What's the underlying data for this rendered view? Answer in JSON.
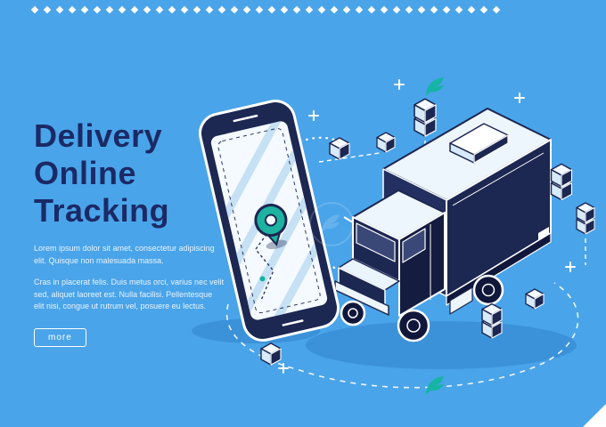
{
  "banner": {
    "title": "Delivery\nOnline\nTracking",
    "intro": "Lorem ipsum dolor sit amet, consectetur adipiscing elit. Quisque non malesuada massa.",
    "details": "Cras in placerat felis. Duis metus orci, varius nec velit sed, aliquet laoreet est. Nulla facilisi. Pellentesque elit nisi, congue ut rutrum vel, posuere eu lectus.",
    "more_label": "more"
  },
  "colors": {
    "background": "#4aa4e9",
    "navy_ink": "#1c2752",
    "title_navy": "#1b2a66",
    "teal_accent": "#16b3a6",
    "shadow_blue": "#3c92d9",
    "light_text": "#e8f4fe"
  },
  "icons": [
    "diamond-border",
    "smartphone-illustration",
    "map-pin-icon",
    "delivery-truck-illustration",
    "package-box-icon",
    "plus-sparkle-icon",
    "feather-logo-icon",
    "dashed-route-loop"
  ]
}
